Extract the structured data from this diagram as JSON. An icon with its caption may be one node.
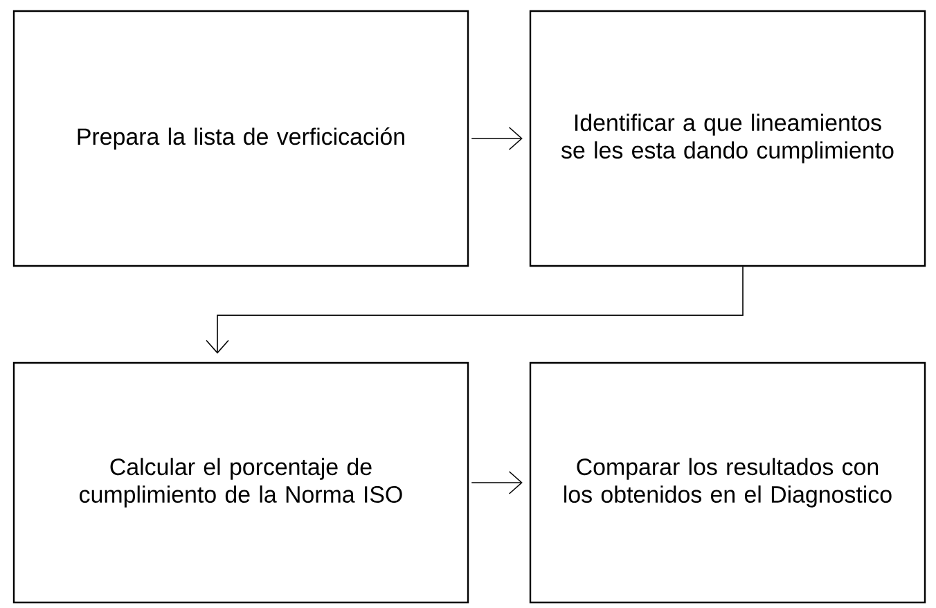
{
  "diagram": {
    "nodes": [
      {
        "text": [
          "Prepara la lista de verficicación"
        ]
      },
      {
        "text": [
          "Identificar a que lineamientos se les esta dando cumplimiento"
        ]
      },
      {
        "text": [
          "Calcular el porcentaje de cumplimiento de la Norma ISO"
        ]
      },
      {
        "text": [
          "Comparar los resultados con los obtenidos en el Diagnostico"
        ]
      }
    ],
    "edges": [
      {
        "from": 0,
        "to": 1,
        "arrow": "to"
      },
      {
        "from": 1,
        "to": 2,
        "arrow": "to"
      },
      {
        "from": 2,
        "to": 3,
        "arrow": "to"
      }
    ]
  }
}
